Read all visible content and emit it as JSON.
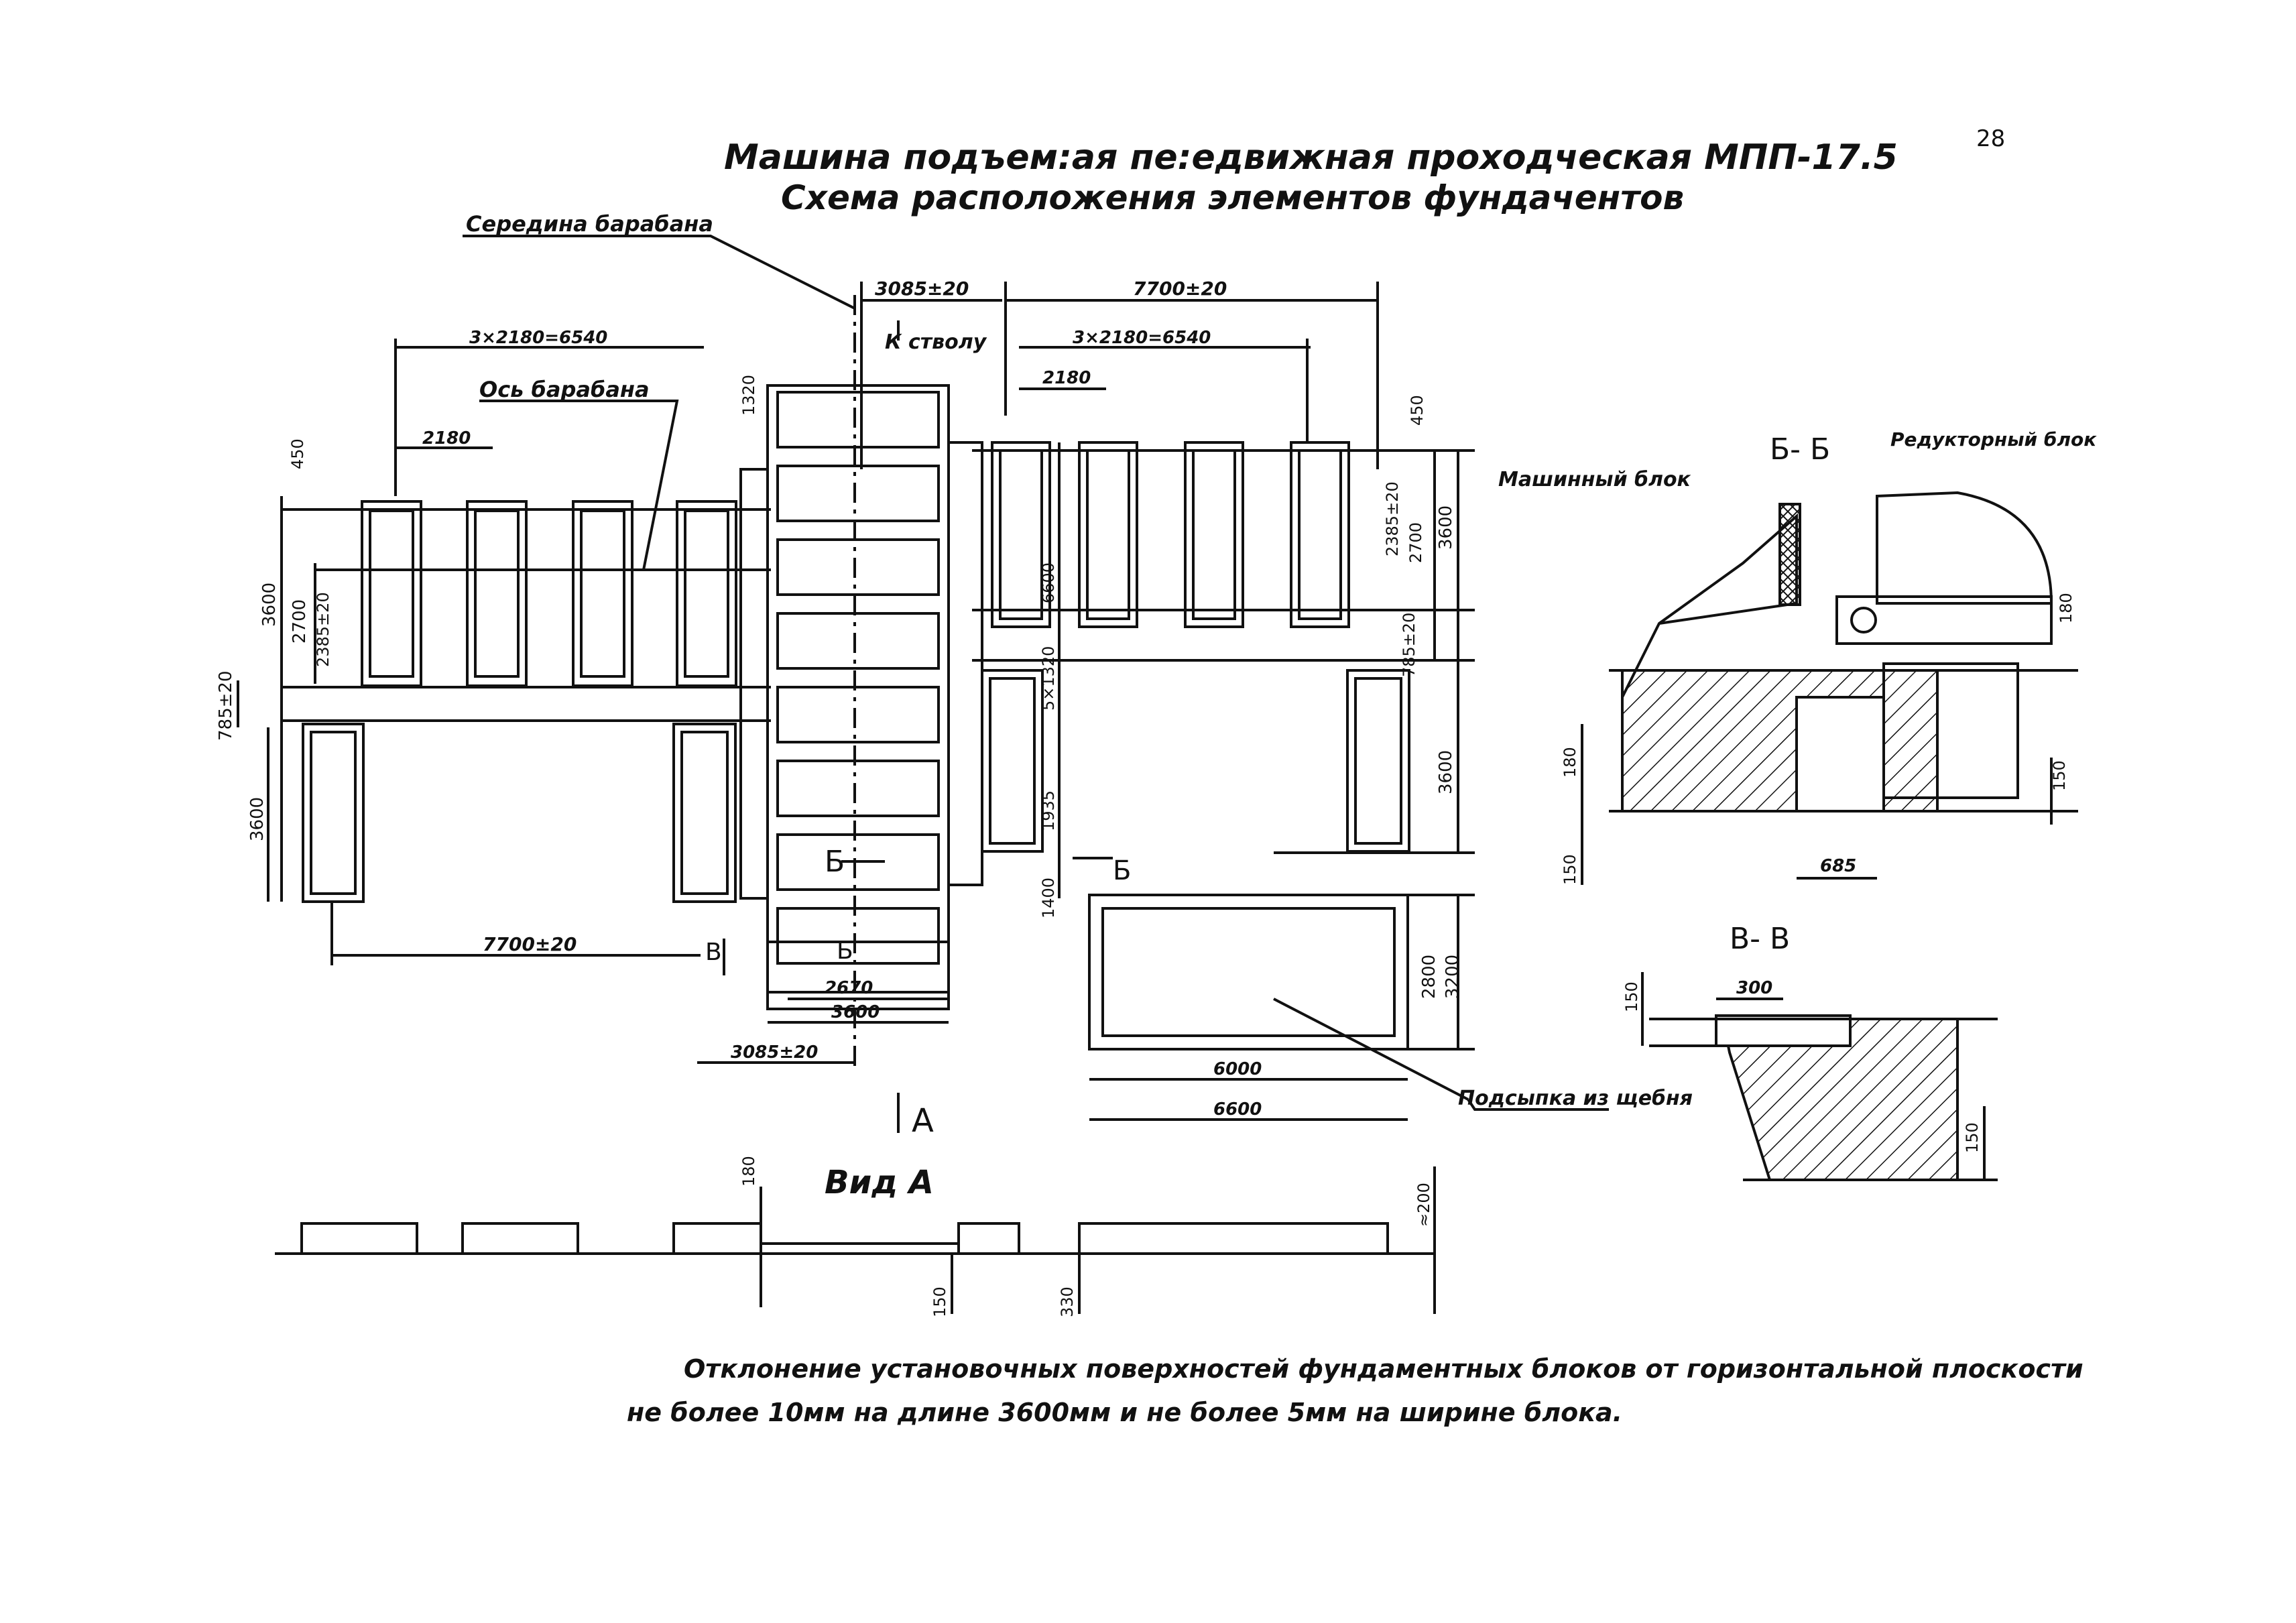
{
  "page_number": "28",
  "title": {
    "line1": "Машина подъем:ая пе:едвижная проходческая МПП-17.5",
    "line2": "Схема расположения элементов фундачентов"
  },
  "callouts": {
    "drum_middle": "Середина барабана",
    "drum_axis": "Ось барабана",
    "to_shaft": "К стволу",
    "gravel": "Подсыпка из щебня"
  },
  "dims": {
    "d3085_top": "3085±20",
    "d7700_top": "7700±20",
    "d3x2180_left": "3×2180=6540",
    "d3x2180_right": "3×2180=6540",
    "d2180_left": "2180",
    "d2180_right": "2180",
    "d1320_top": "1320",
    "d450_left": "450",
    "d450_right": "450",
    "d3600_left": "3600",
    "d2700": "2700",
    "d2385_left": "2385±20",
    "d785_left": "785±20",
    "d3600_left_low": "3600",
    "d2385_right": "2385±20",
    "d2700_right": "2700",
    "d3600_right": "3600",
    "d785_right": "785±20",
    "d3600_right_low": "3600",
    "d6600_mid": "6600",
    "d5x1320": "5×1320",
    "d1935": "1935",
    "d1400": "1400",
    "d7700_bottom": "7700±20",
    "d2670": "2670",
    "d3600_bottom": "3600",
    "d3085_bottom": "3085±20",
    "d2800": "2800",
    "d3200": "3200",
    "d6000": "6000",
    "d6600_bottom": "6600"
  },
  "section_marks": {
    "b": "Б",
    "v": "В",
    "a": "А"
  },
  "section_bb": {
    "title": "Б- Б",
    "machine_block": "Машинный блок",
    "reducer_block": "Редукторный блок",
    "d180_left": "180",
    "d150_left": "150",
    "d180_right": "180",
    "d150_right": "150",
    "d685": "685"
  },
  "section_vv": {
    "title": "В- В",
    "d300": "300",
    "d150_top": "150",
    "d150_right": "150"
  },
  "view_a": {
    "title": "Вид А",
    "d180": "180",
    "d150": "150",
    "d330": "330",
    "d200": "≈200"
  },
  "note": {
    "line1": "Отклонение установочных поверхностей фундаментных блоков от горизонтальной плоскости",
    "line2": "не более 10мм на длине 3600мм и не более 5мм на ширине блока."
  },
  "colors": {
    "ink": "#111111",
    "paper": "#ffffff"
  }
}
